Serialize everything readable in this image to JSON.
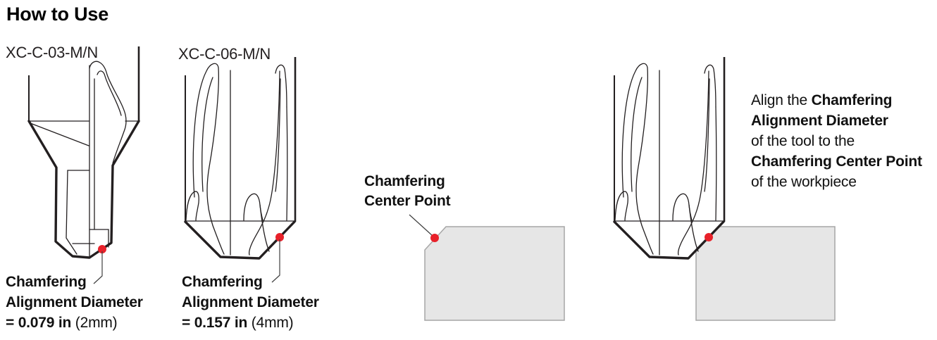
{
  "title": "How to Use",
  "colors": {
    "accent_red": "#e8212a",
    "line": "#231f20",
    "leader": "#404040",
    "workpiece_fill": "#e6e6e6",
    "workpiece_border": "#a6a6a6",
    "text": "#111111"
  },
  "tools": [
    {
      "model": "XC-C-03-M/N",
      "callout_line1": "Chamfering",
      "callout_line2": "Alignment Diameter",
      "value_bold": "= 0.079 in",
      "value_plain": "(2mm)"
    },
    {
      "model": "XC-C-06-M/N",
      "callout_line1": "Chamfering",
      "callout_line2": "Alignment Diameter",
      "value_bold": "= 0.157 in",
      "value_plain": "(4mm)"
    }
  ],
  "workpiece_callout": {
    "line1": "Chamfering",
    "line2": "Center Point"
  },
  "instruction": {
    "seg_plain_1": "Align the ",
    "seg_bold_1": "Chamfering",
    "seg_bold_2": "Alignment Diameter",
    "seg_plain_2": "of the tool to the",
    "seg_bold_3": "Chamfering Center Point",
    "seg_plain_3": "of the workpiece"
  }
}
